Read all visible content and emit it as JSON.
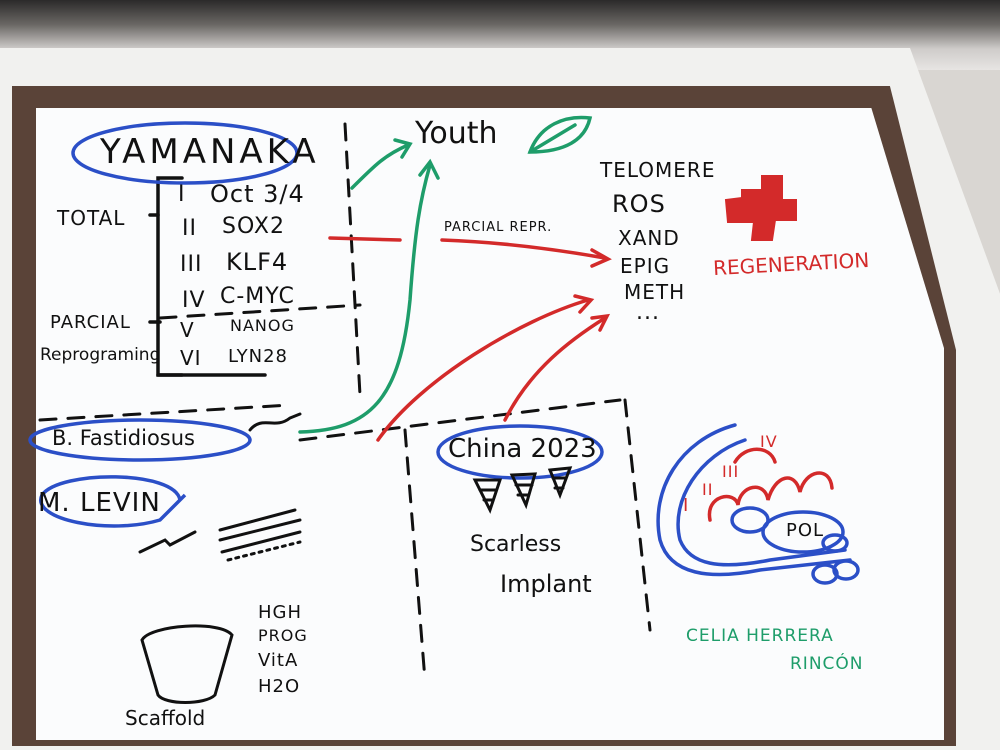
{
  "board": {
    "yamanaka": {
      "title": "YAMANAKA",
      "factors": [
        {
          "numeral": "I",
          "name": "Oct 3/4"
        },
        {
          "numeral": "II",
          "name": "SOX2"
        },
        {
          "numeral": "III",
          "name": "KLF4"
        },
        {
          "numeral": "IV",
          "name": "C-MYC"
        },
        {
          "numeral": "V",
          "name": "NANOG"
        },
        {
          "numeral": "VI",
          "name": "LYN28"
        }
      ],
      "total_label": "TOTAL",
      "partial_label": "PARCIAL",
      "reprogramming_label": "Reprograming"
    },
    "youth": "Youth",
    "partial_arrow_label": "PARCIAL REPR.",
    "hallmarks": [
      "TELOMERE",
      "ROS",
      "XAND",
      "EPIG",
      "METH",
      "..."
    ],
    "regeneration": "REGENERATION",
    "bfastidiosus": "B. Fastidiosus",
    "mlevin": "M. LEVIN",
    "china": {
      "title": "China 2023",
      "line1": "Scarless",
      "line2": "Implant"
    },
    "scaffold": {
      "label": "Scaffold",
      "items": [
        "HGH",
        "PROG",
        "VitA",
        "H2O"
      ]
    },
    "diagram": {
      "numerals": [
        "I",
        "II",
        "III",
        "IV"
      ],
      "pol_label": "POL"
    },
    "author": {
      "line1": "CELIA HERRERA",
      "line2": "RINCÓN"
    }
  },
  "colors": {
    "black_marker": "#111111",
    "blue_marker": "#2b4fc7",
    "red_marker": "#d32a2a",
    "green_marker": "#1e9d6a",
    "frame": "#5a4338"
  }
}
